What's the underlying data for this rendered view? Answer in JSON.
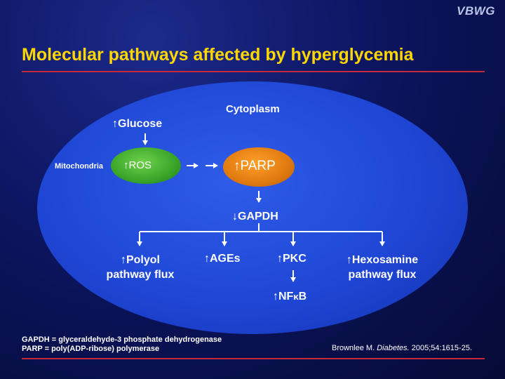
{
  "logo": "VBWG",
  "title": "Molecular pathways affected by hyperglycemia",
  "up_arrow": "↑",
  "down_arrow": "↓",
  "diagram": {
    "cytoplasm": "Cytoplasm",
    "glucose": "Glucose",
    "mitochondria": "Mitochondria",
    "ros": "ROS",
    "parp": "PARP",
    "gapdh": "GAPDH",
    "polyol_line1": "Polyol",
    "polyol_line2": "pathway flux",
    "ages": "AGEs",
    "pkc": "PKC",
    "hexosamine_line1": "Hexosamine",
    "hexosamine_line2": "pathway flux",
    "nfkb_prefix": "NF",
    "nfkb_kappa": "κ",
    "nfkb_suffix": "B"
  },
  "footnotes": [
    "GAPDH = glyceraldehyde-3 phosphate dehydrogenase",
    "PARP = poly(ADP-ribose) polymerase"
  ],
  "citation": {
    "author": "Brownlee M.",
    "journal": "Diabetes.",
    "details": "2005;54:1615-25."
  },
  "colors": {
    "title": "#ffd700",
    "rule": "#c62a3a",
    "cell": "#2450dc",
    "mitochondria": "#3aa52a",
    "parp": "#e07a10",
    "background": "#0c1560"
  }
}
